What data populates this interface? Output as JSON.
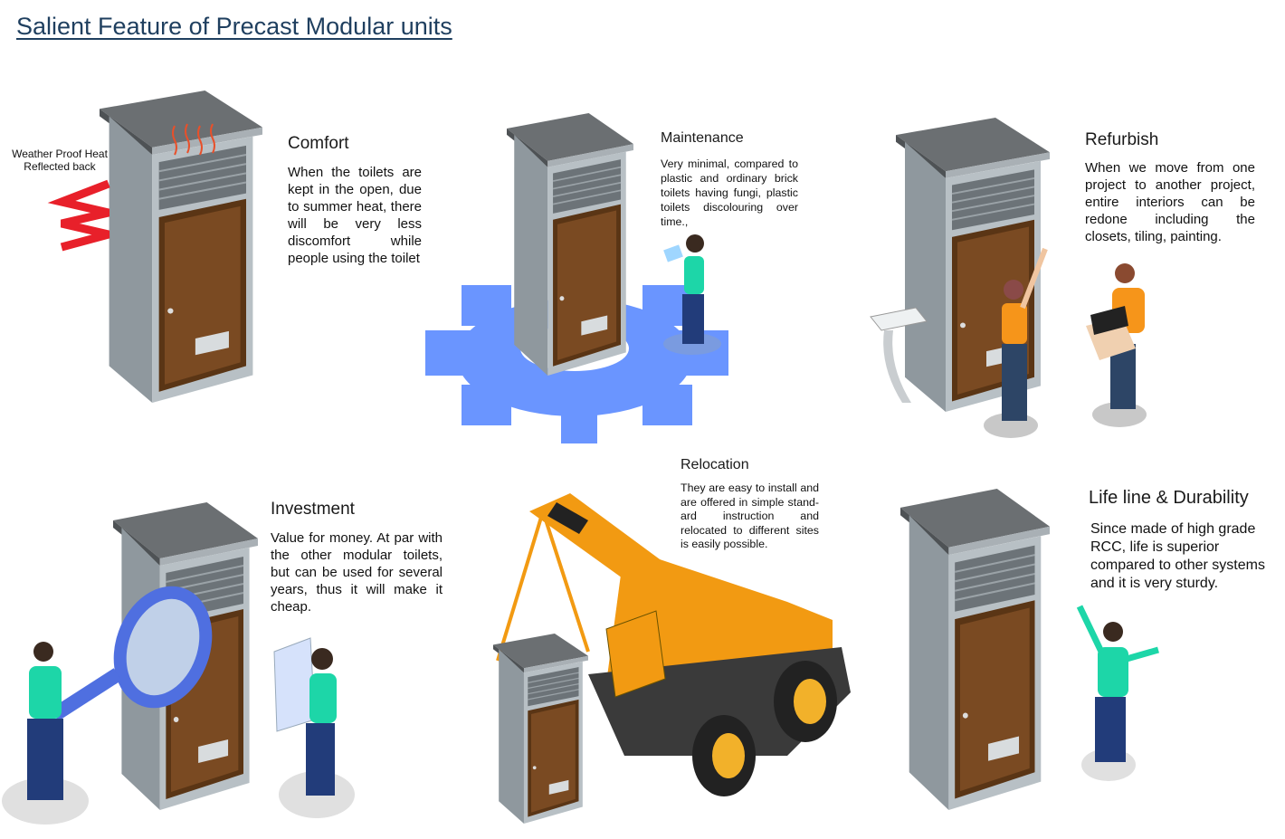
{
  "title": "Salient Feature of Precast Modular units",
  "comfort": {
    "label": "Weather Proof Heat Reflected back",
    "heading": "Comfort",
    "text": "When the toilets are kept in the open, due to summer heat, there will be very less discomfort while people using the toilet"
  },
  "maintenance": {
    "heading": "Maintenance",
    "text": "Very minimal, compared to plastic and ordinary brick toilets having fungi, plastic toilets discolouring over time.,"
  },
  "refurbish": {
    "heading": "Refurbish",
    "text": "When we move from one project to another project, entire interiors can be redone including the closets, tiling, painting."
  },
  "investment": {
    "heading": "Investment",
    "text": "Value for money. At par with the other modular toilets, but can be used for several years, thus it will make it cheap."
  },
  "relocation": {
    "heading": "Relocation",
    "text": "They are easy to install and are offered in simple stand-ard instruction and relocated to different sites is easily possible."
  },
  "durability": {
    "heading": "Life line & Durability",
    "text": "Since made of high grade RCC, life is superior compared to other systems and it is very sturdy."
  },
  "colors": {
    "title": "#1f3f5f",
    "door": "#7a4a22",
    "cabin": "#9aa3aa",
    "gear": "#6a95ff",
    "crane": "#f29a12",
    "heat": "#e8202a"
  }
}
